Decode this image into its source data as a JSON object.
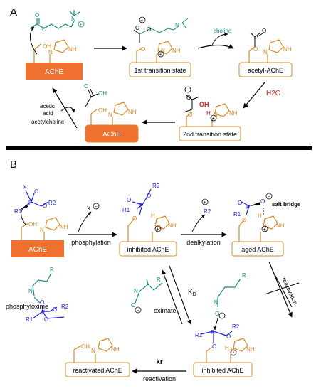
{
  "panel_a": {
    "label": "A",
    "enzyme": "AChE",
    "transition1": "1st transition state",
    "choline": "choline",
    "acetyl_ache": "acetyl-AChE",
    "water": "H2O",
    "transition2": "2nd transition state",
    "enzyme_bottom": "AChE",
    "acetic_acid": "acetic acid",
    "acetylcholine": "acetylcholine",
    "oh": "OH",
    "nh": "NH",
    "nplus": "N"
  },
  "panel_b": {
    "label": "B",
    "enzyme": "AChE",
    "phosphylation": "phosphylation",
    "x_minus": "X",
    "inhibited": "inhibited AChE",
    "dealkylation": "dealkylation",
    "r2_plus": "R2",
    "aged": "aged AChE",
    "salt_bridge": "salt bridge",
    "reactivation_cross": "reactivation",
    "kd": "KD",
    "oximate": "oximate",
    "phosphyloxime": "phosphyloxime",
    "inhibited2": "inhibited AChE",
    "kr": "kr",
    "reactivation": "reactivation",
    "reactivated": "reactivated AChE"
  },
  "colors": {
    "enzyme_fill": "#f07030",
    "enzyme_text": "#ffffff",
    "protein": "#d98a2b",
    "phosphorus": "#1f1fd0",
    "oxime": "#16897d",
    "water": "#d42020",
    "choline": "#16897d"
  }
}
